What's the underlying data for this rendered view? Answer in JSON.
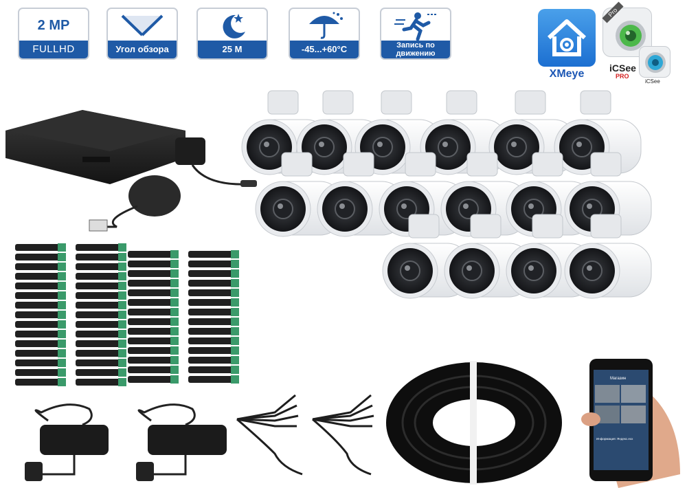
{
  "features": [
    {
      "id": "resolution",
      "top": "2 MP",
      "bottom": "FULLHD"
    },
    {
      "id": "angle",
      "bottom": "Угол обзора"
    },
    {
      "id": "night",
      "bottom": "25 M"
    },
    {
      "id": "weather",
      "bottom": "-45...+60°C"
    },
    {
      "id": "motion",
      "bottom": "Запись по движению"
    }
  ],
  "apps": {
    "xmeye": "XMeye",
    "icsee": "iCSee",
    "icsee_pro_label": "PRO",
    "icsee_small": "iCSee",
    "pro_ribbon": "Pro"
  },
  "colors": {
    "accent": "#1f5aa6",
    "camera_body": "#f4f5f6",
    "device": "#1c1c1c"
  },
  "kit": {
    "camera_count": 16,
    "phone": {
      "header": "Магазин",
      "footer": "Информация: Яндекс.ехх"
    }
  }
}
